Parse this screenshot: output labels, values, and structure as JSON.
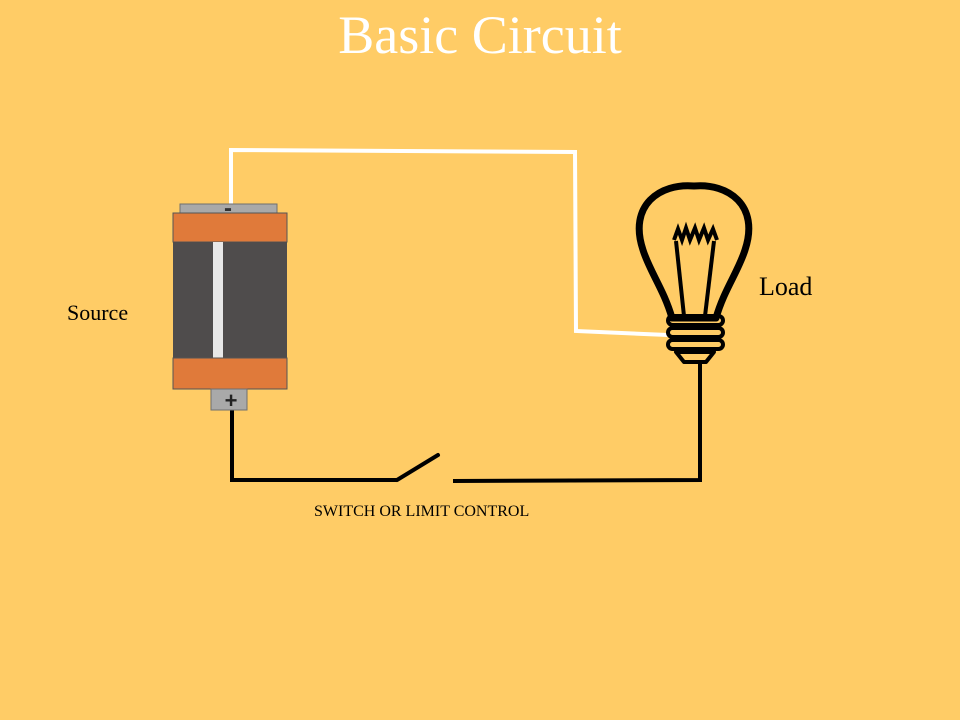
{
  "title": "Basic Circuit",
  "labels": {
    "source": "Source",
    "load": "Load",
    "switch": "SWITCH OR LIMIT CONTROL"
  },
  "battery": {
    "negative_symbol": "-",
    "positive_symbol": "+"
  },
  "colors": {
    "background": "#FFCC66",
    "title": "#FFFFFF",
    "top_wire": "#FFFFFF",
    "bottom_wire": "#000000",
    "battery_band": "#E07A3A",
    "battery_body": "#4F4C4C",
    "battery_terminal": "#A9A9A9"
  }
}
